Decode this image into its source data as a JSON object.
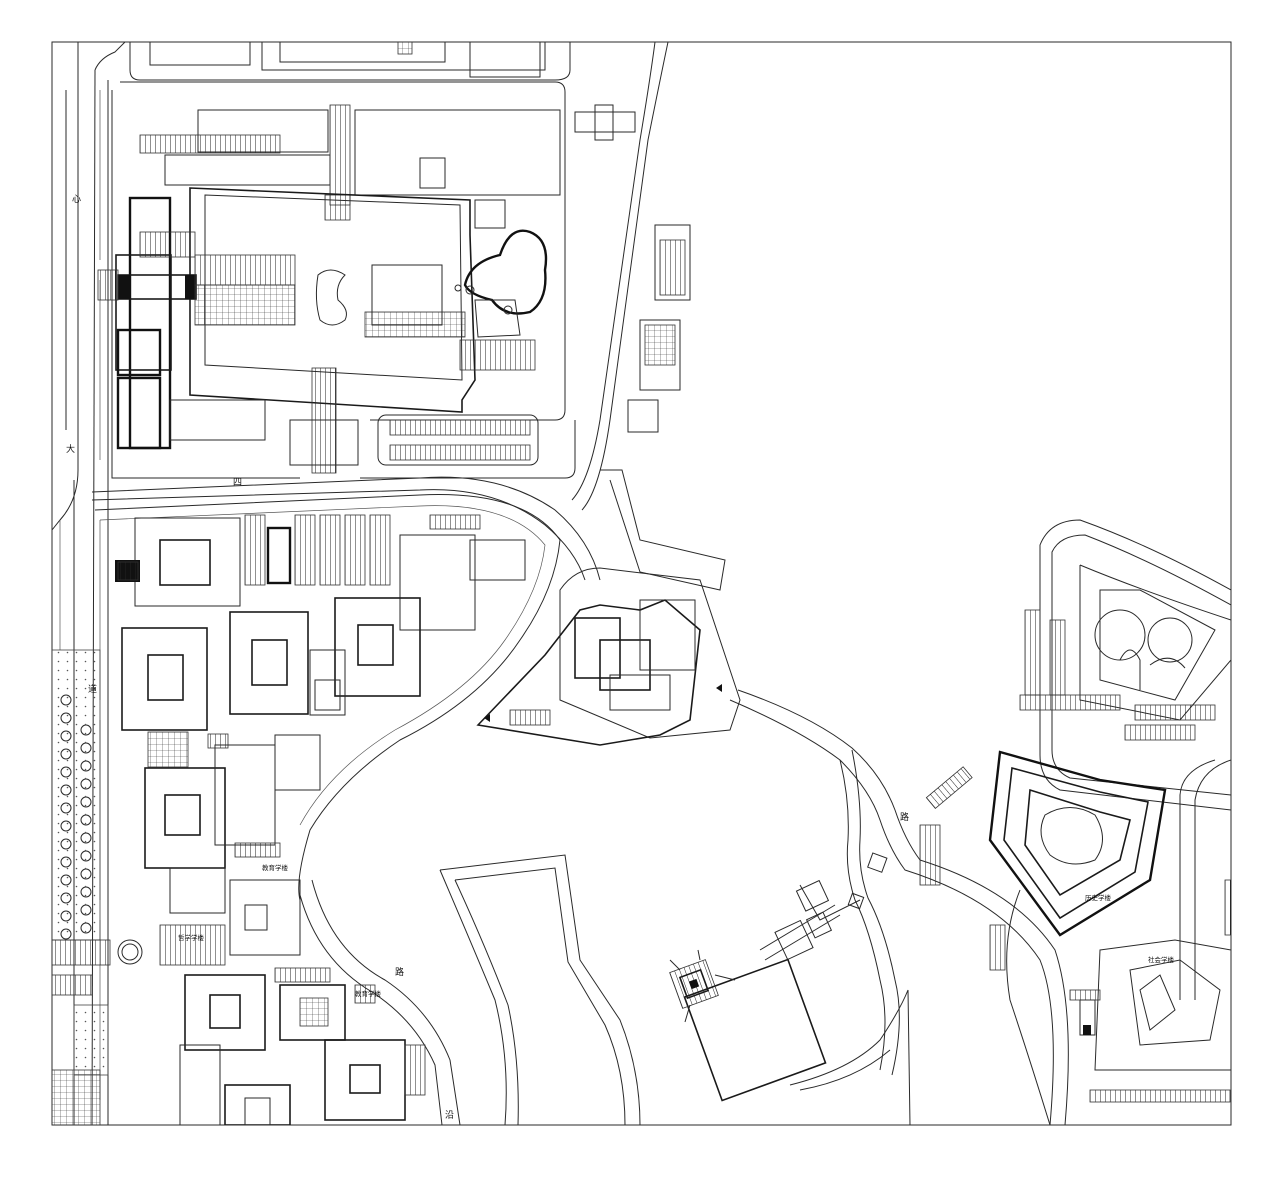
{
  "map": {
    "road_labels": {
      "da": "大",
      "dao": "道",
      "si": "四",
      "lu_right": "路",
      "lu_bottom": "路",
      "yan": "沿",
      "xin": "心"
    },
    "building_labels": {
      "history_building": "历史学楼",
      "social_building": "社会学楼",
      "dept_a": "教育学楼",
      "dept_b": "哲学学楼",
      "dept_c": "教育学楼"
    }
  }
}
